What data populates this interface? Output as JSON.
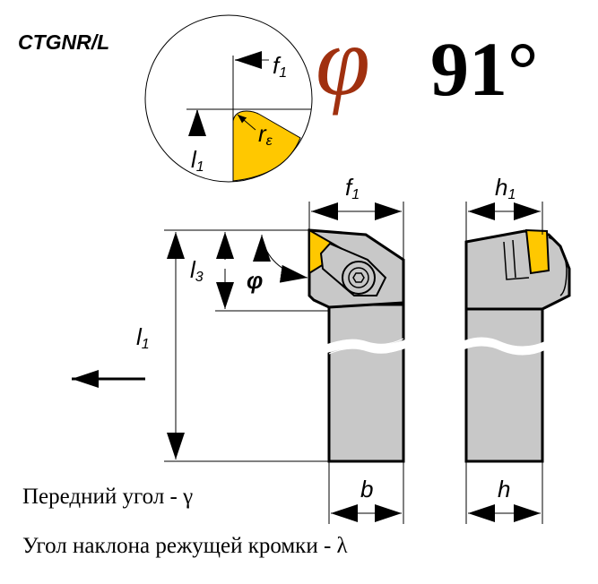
{
  "title": {
    "code": "CTGNR/L",
    "angle_symbol": "φ",
    "angle_value": "91°"
  },
  "detail": {
    "f1": "f",
    "f1_sub": "1",
    "l1": "l",
    "l1_sub": "1",
    "r": "r",
    "r_sub": "ε"
  },
  "dims": {
    "f1": "f",
    "f1_sub": "1",
    "h1": "h",
    "h1_sub": "1",
    "l1": "l",
    "l1_sub": "1",
    "l3": "l",
    "l3_sub": "3",
    "phi": "φ",
    "b": "b",
    "h": "h"
  },
  "notes": {
    "rake_angle": "Передний угол - γ",
    "inclination_angle": "Угол наклона режущей кромки - λ"
  },
  "colors": {
    "insert": "#ffc800",
    "body": "#c8c8c8",
    "phi": "#a0300f"
  }
}
